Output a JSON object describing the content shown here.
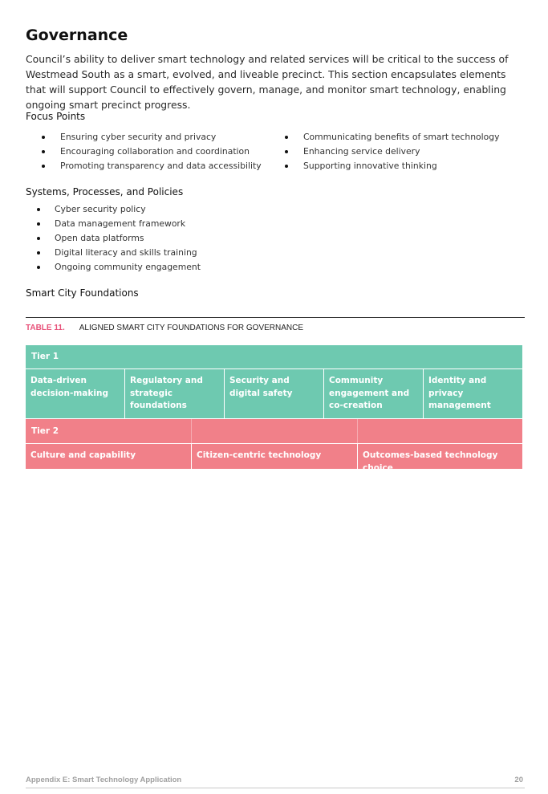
{
  "section": {
    "title": "Governance",
    "intro": "Council’s ability to deliver smart technology and related services will be critical to the success of Westmead South as a smart, evolved, and liveable precinct.  This section encapsulates elements that will support Council to effectively govern, manage, and monitor smart technology, enabling ongoing smart precinct progress."
  },
  "focus_points": {
    "heading": "Focus Points",
    "left": [
      "Ensuring cyber security and privacy",
      "Encouraging collaboration and coordination",
      "Promoting transparency and data accessibility"
    ],
    "right": [
      "Communicating benefits of smart technology",
      "Enhancing service delivery",
      "Supporting innovative thinking"
    ]
  },
  "systems": {
    "heading": "Systems, Processes, and Policies",
    "items": [
      "Cyber security policy",
      "Data management framework",
      "Open data platforms",
      "Digital literacy and skills training",
      "Ongoing community engagement"
    ]
  },
  "foundations": {
    "heading": "Smart City Foundations"
  },
  "table": {
    "number": "TABLE 11.",
    "title": "ALIGNED SMART CITY FOUNDATIONS FOR GOVERNANCE",
    "tier1": {
      "label": "Tier 1",
      "items": [
        "Data-driven decision-making",
        "Regulatory and strategic foundations",
        "Security and digital safety",
        "Community engagement and co-creation",
        "Identity and privacy management"
      ]
    },
    "tier2": {
      "label": "Tier 2",
      "items": [
        "Culture and capability",
        "Citizen-centric technology",
        "Outcomes-based technology choice"
      ]
    }
  },
  "footer": {
    "text": "Appendix E: Smart Technology Application",
    "page": "20"
  },
  "colors": {
    "tier1": "#6ec9b0",
    "tier2": "#f18089",
    "table_number": "#e8527a"
  }
}
